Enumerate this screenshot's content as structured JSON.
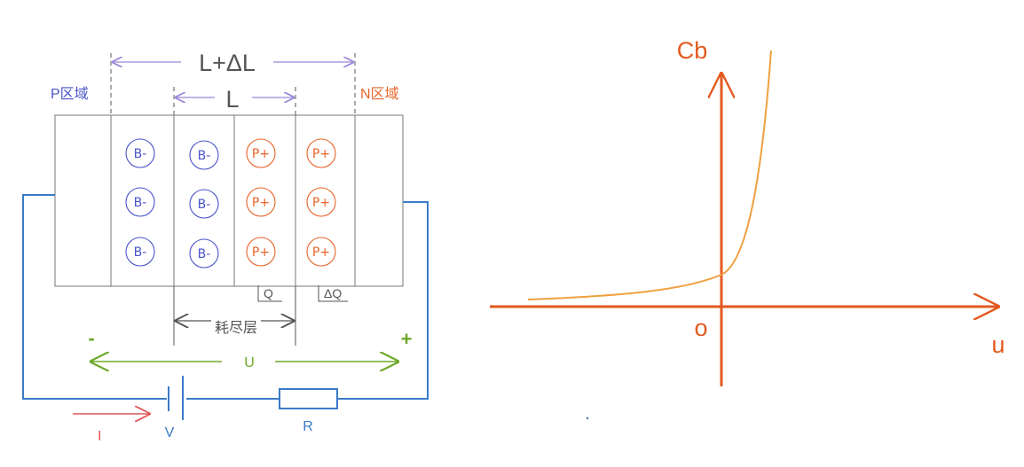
{
  "diagram": {
    "labels": {
      "total_width": "L+ΔL",
      "inner_width": "L",
      "p_region": "P区域",
      "n_region": "N区域",
      "charge_q": "Q",
      "charge_dq": "ΔQ",
      "depletion": "耗尽层",
      "minus": "-",
      "plus": "+",
      "voltage_u": "U",
      "battery_v": "V",
      "resistor_r": "R",
      "current_i": "I"
    },
    "ions": {
      "acceptor": "B-",
      "donor": "P+",
      "acceptor_columns": 2,
      "donor_columns": 2,
      "rows": 3
    },
    "colors": {
      "outline": "#777777",
      "blue": "#4a55c8",
      "orange": "#e8642a",
      "wire": "#3a7bc8",
      "green": "#6ea82a",
      "red": "#e05555",
      "dim": "#9a88d8",
      "gray_text": "#555555"
    }
  },
  "graph": {
    "y_label": "Cb",
    "x_label": "u",
    "origin_label": "o",
    "axis_color": "#e35a1f",
    "curve_color": "#f0a040"
  }
}
